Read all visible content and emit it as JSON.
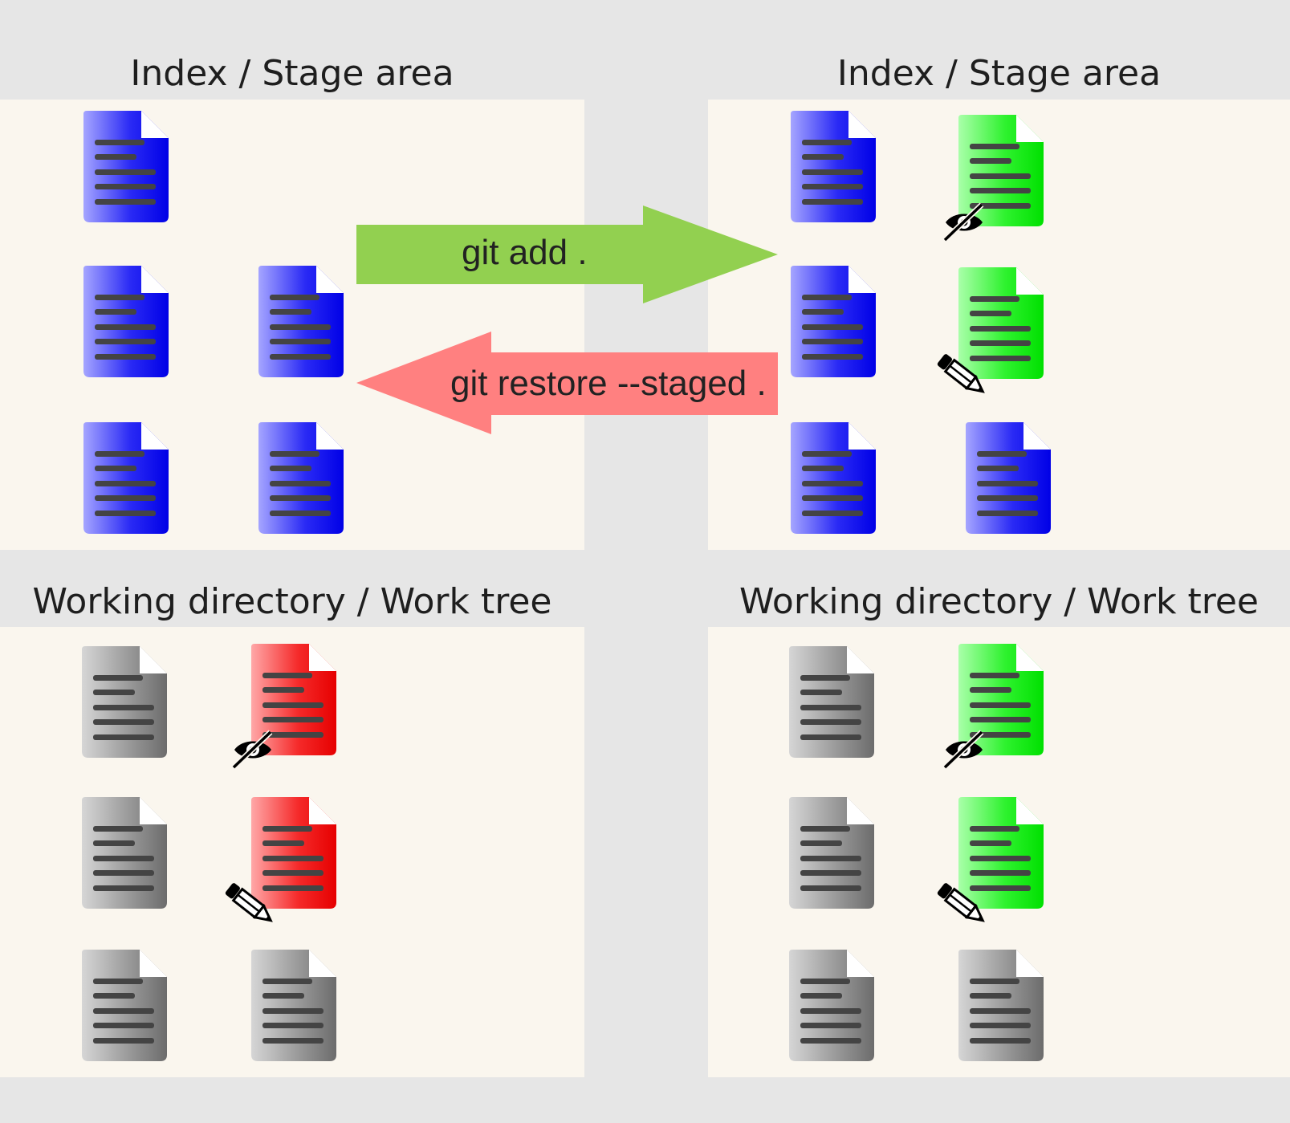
{
  "left": {
    "index_title": "Index / Stage area",
    "work_title": "Working directory / Work tree"
  },
  "right": {
    "index_title": "Index / Stage area",
    "work_title": "Working directory / Work tree"
  },
  "arrows": {
    "add_label": "git add .",
    "restore_label": "git restore --staged .",
    "add_color": "#92d050",
    "restore_color": "#ff8080"
  },
  "file_colors": {
    "blue": "#0000e6",
    "green": "#00e600",
    "red": "#e60000",
    "gray": "#6e6e6e"
  },
  "file_states": {
    "untracked_badge": "eye-slash-icon",
    "modified_badge": "pencil-icon"
  }
}
